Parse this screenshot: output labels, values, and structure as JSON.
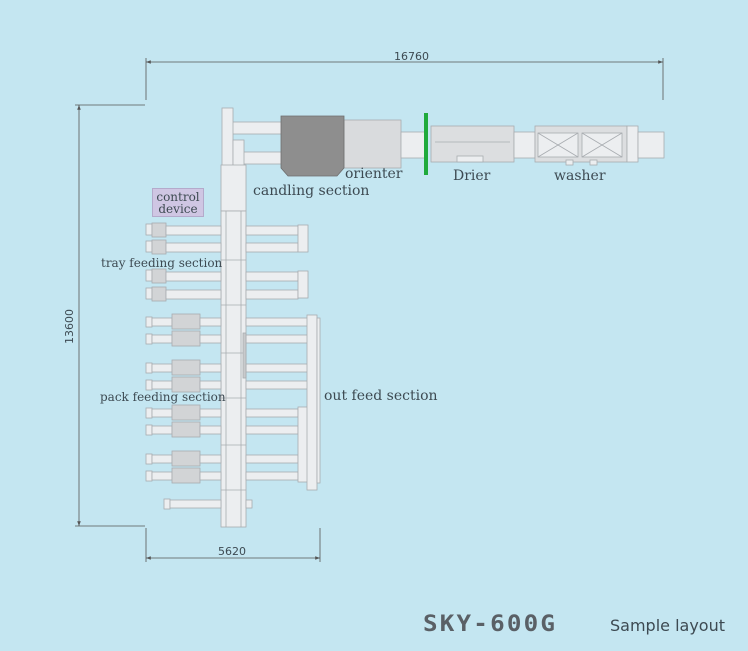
{
  "dimensions": {
    "width": "16760",
    "height": "13600",
    "bottom": "5620"
  },
  "labels": {
    "orienter": "orienter",
    "drier": "Drier",
    "washer": "washer",
    "candling": "candling section",
    "control": "control device",
    "tray": "tray feeding section",
    "pack": "pack feeding section",
    "outfeed": "out feed section"
  },
  "model": "SKY-600G",
  "subtitle": "Sample layout",
  "colors": {
    "background": "#c4e6f1",
    "divider": "#1faa3c",
    "candling_unit": "#8e8e8e",
    "control_device": "#cfc6e3"
  }
}
